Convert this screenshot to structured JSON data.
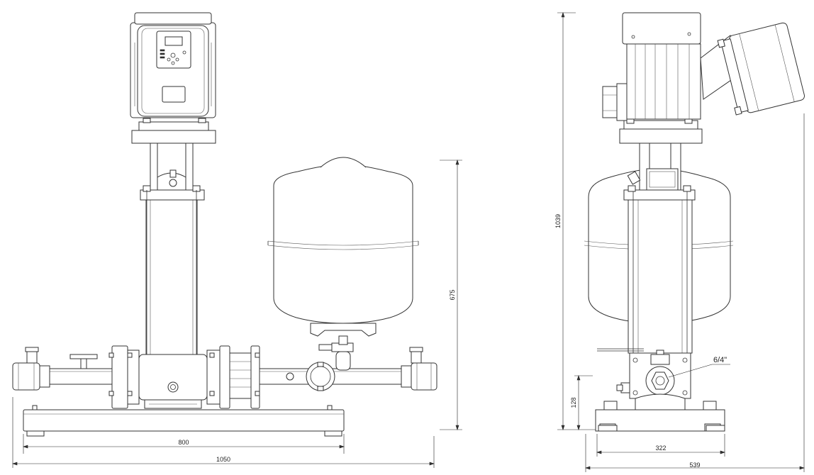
{
  "colors": {
    "line": "#333333",
    "background": "#ffffff"
  },
  "dimensions": {
    "width_inner": "800",
    "width_total": "1050",
    "height_tank": "675",
    "height_total": "1039",
    "height_inlet": "128",
    "depth_inner": "322",
    "depth_total": "539"
  },
  "labels": {
    "connection": "6/4\""
  }
}
